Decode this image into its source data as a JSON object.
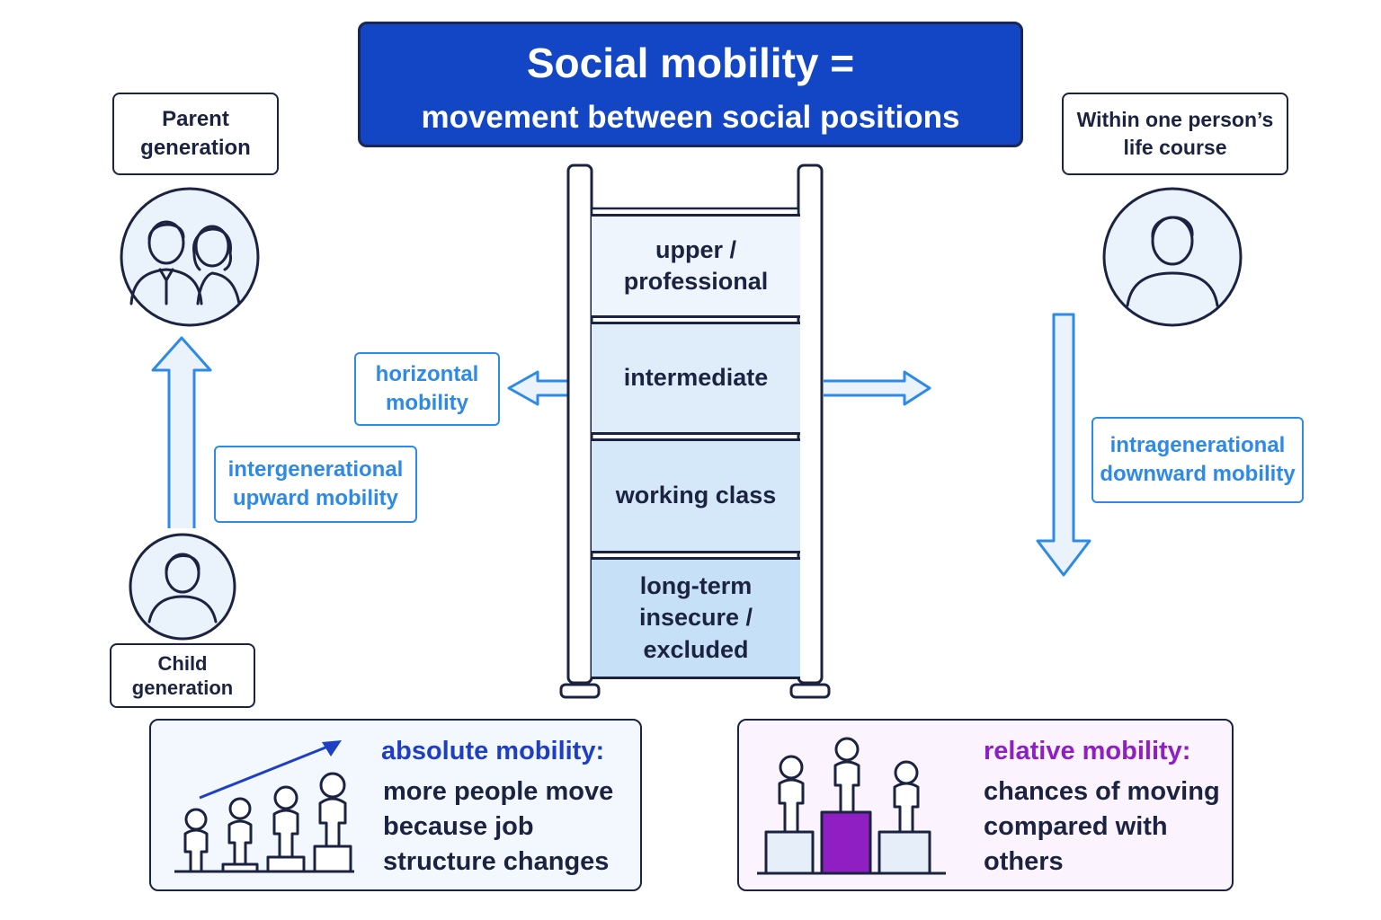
{
  "title": {
    "line1": "Social mobility =",
    "line2": "movement between social positions"
  },
  "parent_label": "Parent\ngeneration",
  "child_label": "Child\ngeneration",
  "life_course_label": "Within one person’s\nlife course",
  "ladder": {
    "rungs": [
      "upper /\nprofessional",
      "intermediate",
      "working class",
      "long-term\ninsecure /\nexcluded"
    ]
  },
  "horizontal_label": "horizontal\nmobility",
  "intergenerational_label": "intergenerational\nupward mobility",
  "intragenerational_label": "intragenerational\ndownward mobility",
  "absolute": {
    "heading": "absolute mobility:",
    "text": "more people move\nbecause job\nstructure changes"
  },
  "relative": {
    "heading": "relative mobility:",
    "text": "chances of moving\ncompared with\nothers"
  },
  "colors": {
    "title_bg": "#1346c4",
    "accent_blue": "#2d8ae6",
    "absolute_heading": "#1e3fc4",
    "relative_heading": "#8f1fc2",
    "relative_podium": "#8f1fc2"
  }
}
